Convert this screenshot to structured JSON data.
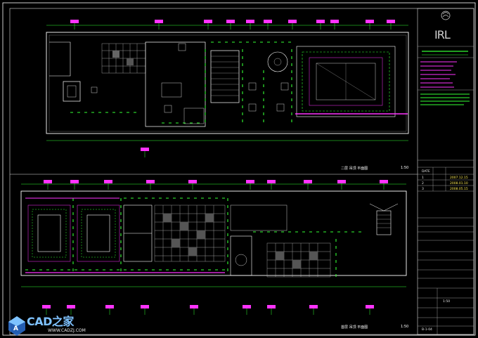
{
  "titleblock": {
    "logo_mark": "IRL",
    "company": "",
    "rows": [
      {
        "label": "",
        "value": ""
      },
      {
        "label": "DATE",
        "value": ""
      }
    ],
    "revisions": [
      {
        "no": "1",
        "date": "2007.12.15"
      },
      {
        "no": "2",
        "date": "2008.01.10"
      },
      {
        "no": "3",
        "date": "2008.05.15"
      }
    ],
    "scale": "1:50",
    "sheet_no": "B-1-04"
  },
  "plans": [
    {
      "title": "二层 吊顶 平面图",
      "scale": "1:50"
    },
    {
      "title": "首层 吊顶 平面图",
      "scale": "1:50"
    }
  ],
  "watermark": {
    "brand": "CAD之家",
    "url": "WWW.CADZJ.COM"
  },
  "colors": {
    "background": "#000000",
    "frame": "#ffffff",
    "walls": "#ffffff",
    "dims": "#33ff33",
    "tags": "#ff33ff",
    "accent": "#00e5ff"
  }
}
